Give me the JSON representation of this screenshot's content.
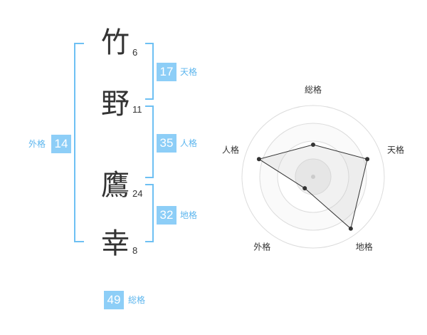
{
  "name": {
    "chars": [
      {
        "char": "竹",
        "strokes": "6"
      },
      {
        "char": "野",
        "strokes": "11"
      },
      {
        "char": "鷹",
        "strokes": "24"
      },
      {
        "char": "幸",
        "strokes": "8"
      }
    ]
  },
  "kaku": {
    "tenkaku": {
      "value": "17",
      "label": "天格"
    },
    "jinkaku": {
      "value": "35",
      "label": "人格"
    },
    "chikaku": {
      "value": "32",
      "label": "地格"
    },
    "gaikaku": {
      "value": "14",
      "label": "外格"
    },
    "soukaku": {
      "value": "49",
      "label": "総格"
    }
  },
  "colors": {
    "badge": "#8dcef7",
    "label": "#5db6ee",
    "bracket": "#6ec0f3"
  },
  "chart_data": {
    "type": "radar",
    "axes": [
      "総格",
      "天格",
      "地格",
      "外格",
      "人格"
    ],
    "values": [
      0.45,
      0.8,
      0.9,
      0.2,
      0.8
    ],
    "max": 1,
    "rings": 4
  }
}
